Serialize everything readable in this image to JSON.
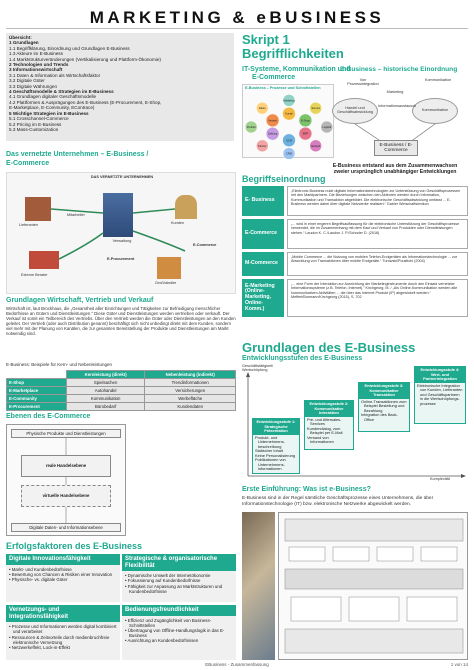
{
  "title": "MARKETING & eBUSINESS",
  "toc": {
    "heading": "Übersicht:",
    "items": [
      {
        "text": "1 Grundlagen",
        "sec": true
      },
      {
        "text": "1.1 Begriffklärung, Einordnung und Grundlagen E-Business",
        "sec": false
      },
      {
        "text": "1.3 Akteure im E-Business",
        "sec": false
      },
      {
        "text": "1.4 Marktstrukturveränderungen (Vertikalisierung und Plattform-Ökonomie)",
        "sec": false
      },
      {
        "text": "2 Technologien und Trends",
        "sec": true
      },
      {
        "text": "3 Informationswirtschaft",
        "sec": true
      },
      {
        "text": "3.1 Daten & Information als Wirtschaftsfaktor",
        "sec": false
      },
      {
        "text": "3.2 Digitale Güter",
        "sec": false
      },
      {
        "text": "3.3 Digitale Währungen",
        "sec": false
      },
      {
        "text": "4 Geschäftsmodelle & Strategien im E-Business",
        "sec": true
      },
      {
        "text": "4.1 Grundlagen digitaler Geschäftsmodelle",
        "sec": false
      },
      {
        "text": "4.2 Plattformen & Ausprägungen des E-Business (E-Procurement, E-Shop,",
        "sec": false
      },
      {
        "text": "E-Marketplace, E-Community, EContrace)",
        "sec": false
      },
      {
        "text": "5 Wichtige Strategien im E-Business",
        "sec": true
      },
      {
        "text": "5.1 Crosschannel-Commerce",
        "sec": false
      },
      {
        "text": "5.2 Pricing im E-Business",
        "sec": false
      },
      {
        "text": "5.3 Mass-Customization",
        "sec": false
      }
    ]
  },
  "skript": {
    "line1": "Skript 1",
    "line2": "Begrifflichkeiten"
  },
  "it_systeme": {
    "heading1": "IT-Systeme, Kommunikation und",
    "heading2": "E-Commerce",
    "caption": "E-Business – Prozesse und Schnittstellen",
    "bubbles": [
      "Kunde",
      "E-Shop",
      "ERP",
      "SCM",
      "Zahlung",
      "Vertrieb",
      "Marketing",
      "Service",
      "Logistik",
      "Einkauf",
      "CRM",
      "Partner",
      "Produkt",
      "Daten"
    ]
  },
  "historie": {
    "heading": "E-Business – historische Einordnung",
    "labels": [
      "Von Prozessintegration",
      "Kommunikation",
      "Handel und Geschäftsabwicklung",
      "Marketing",
      "Kommunikation",
      "Informationsaustausch"
    ],
    "center_label": "E-Business / E-Commerce",
    "caption1": "E-Business entstand aus dem Zusammenwachsen",
    "caption2": "zweier ursprünglich unabhängiger Entwicklungen"
  },
  "vernetzte": {
    "heading1": "Das vernetzte Unternehmen – E-Business /",
    "heading2": "E-Commerce",
    "diagram_title": "DAS VERNETZTE UNTERNEHMEN",
    "labels": [
      "Verwaltung",
      "Lieferanten",
      "Kunden",
      "E-Commerce",
      "E-Procurement",
      "Großhändler",
      "Mitarbeiter",
      "Externe Berater"
    ]
  },
  "begriffs": {
    "heading": "Begriffseinordnung",
    "rows": [
      {
        "label": "E- Business",
        "text": "„Electronic Business nutzt digitale Informationstechnologien zur Unterstützung von Geschäftsprozessen mit den Marktpartnern. Die Beziehungen zwischen den Akteuren werden durch Information, Kommunikation und Transaktion abgebildet. Die elektronische Geschäftsabwicklung umfasst ... E-Business werden dabei über digitale Netzwerke realisiert.“ Gabler Wirtschaftslexikon"
      },
      {
        "label": "E-Commerce",
        "text": "„... wird in einer engeren Begriffsauffassung für die elektronische Unterstützung der Geschäftsprozesse verwendet, die im Zusammenhang mit dem Kauf und Verkauf von Produkten oder Dienstleistungen stehen.“ Laudon K. C./Laudon J. P./Schoder D. (2016)"
      },
      {
        "label": "M-Commerce",
        "text": "„Mobile Commerce ... die Nutzung von mobilen Telefon-Endgeräten als Informationstechnologie ... zur Abwicklung von Transaktionen über mobile Endgeräte.“ Turowski/Pousttchi (2004)"
      },
      {
        "label": "E-Marketing (Online-Marketing, Online-Komm.)",
        "text": "„... eine Form der Interaktion zur Ausrichtung der Marketinginstrumente durch den Einsatz vernetzter Informationssysteme (z.B. Telefon, Internet).“ Kirchgeorg, M. / „Als Online-Kommunikation werden alle kommunikativen Aktivitäten ... die über das Internet Produkt (IP) abgewickelt werden.“ Meffert/Burmann/Kirchgeorg (2015), S. 702"
      }
    ]
  },
  "grundlagen_wv": {
    "heading": "Grundlagen Wirtschaft, Vertrieb und Verkauf",
    "text": "Wirtschaft ist, laut Brockhaus, die „Gesamtheit aller Einrichtungen und Tätigkeiten zur Befriedigung menschlicher Bedürfnisse an Gütern und Dienstleistungen.“ Diese Güter und Dienstleistungen werden vertrieben oder verkauft. Der Verkauf ist somit ein Teilbereich des Vertriebs. Über den Vertrieb werden die Güter oder Dienstleistungen an den Kunden geleitet. Der Vertrieb (oder auch Distribution genannt) beschäftigt sich nicht unbedingt direkt mit dem Kunden, sondern viel mehr mit der Planung von Kanälen, die zur gesamten Bereitstellung der Produkte und Dienstleistungen am Markt notwendig sind.",
    "table_title": "E-Business: Beispiele für Kern- und Nebenleistungen",
    "col1": "Kernleistung (direkt)",
    "col2": "Nebenleistung (indirekt)",
    "rows": [
      {
        "label": "E-Shop",
        "c1": "Spielsachen",
        "c2": "Trendinformationen"
      },
      {
        "label": "E-Marketplace",
        "c1": "Autohandel",
        "c2": "Versicherungen"
      },
      {
        "label": "E-Community",
        "c1": "Kommunikation",
        "c2": "Werbefläche"
      },
      {
        "label": "E-Procurement",
        "c1": "Bürobedarf",
        "c2": "Kundendaten"
      }
    ]
  },
  "ebenen": {
    "heading": "Ebenen des E-Commerce",
    "layers": [
      "Physische Produkte und Dienstleistungen",
      "reale Handelsebene",
      "virtuelle Handelsebene",
      "Digitale Daten- und Informationsebene"
    ]
  },
  "grundlagen_eb": {
    "heading": "Grundlagen des E-Business",
    "subheading": "Entwicklungsstufen des E-Business",
    "y_label": "Geschäftstätigkeit/ Wertschöpfung",
    "x_label": "Komplexität",
    "stages": [
      {
        "title": "Entwicklungsstufe 1: Strategische Präsentation",
        "items": [
          "Produkt- und Unternehmens-beschreibung",
          "Statischer Inhalt",
          "Keine Personalisierung",
          "Publikationen von Unternehmens-informationen"
        ]
      },
      {
        "title": "Entwicklungsstufe 2: Kommunikative Interaktion",
        "items": [
          "Pre- und Aftersales-Services",
          "Kundendialog, zum Beispiel per E-Mail",
          "Versand von Informationen"
        ]
      },
      {
        "title": "Entwicklungsstufe 3: Kommunikative Transaktion",
        "items": [
          "Online-Transaktionen zum Beispiel Bestellung und Bezahlung",
          "Integration des Back-Office"
        ]
      },
      {
        "title": "Entwicklungsstufe 4: Wert- und Partnerintegration",
        "items": [
          "Elektronische Integration von Kunden, Lieferanten und Geschäftspartnern in die Wertschöpfungs-prozesse"
        ]
      }
    ]
  },
  "erste": {
    "heading": "Erste Einführung: Was ist e-Business?",
    "text": "E-Business sind in der Regel sämtliche Geschäftsprozesse eines Unternehmens, die über Informationstechnologie (IT) bzw. elektronische Netzwerke abgewickelt werden."
  },
  "erfolg": {
    "heading": "Erfolgsfaktoren des E-Business",
    "boxes": [
      {
        "title": "Digitale Innovationsfähigkeit",
        "items": [
          "Markt- und Kundenbedürfnisse",
          "Bewertung von Chancen & Risiken einer Innovation",
          "Physische- vs. digitale Güter"
        ]
      },
      {
        "title": "Strategische & organisatorische Flexibilität",
        "items": [
          "Dynamische Umwelt der Internetökonomie",
          "Fokussierung auf Kundenbedürfnisse",
          "Fähigkeit zur Anpassung an Marktstrukturen und Kundenbedürfnisse"
        ]
      },
      {
        "title": "Vernetzungs- und Integrationsfähigkeit",
        "items": [
          "Prozesse und Informationen werden digital kombiniert und verarbeitet",
          "Ressourcen & Zeitvorteile durch medienbruchfreie elektronische Vernetzung",
          "Netzwerkeffekt, Lock-in-Effekt"
        ]
      },
      {
        "title": "Bedienungsfreundlichkeit",
        "items": [
          "Effizienz und Zugänglichkeit von Business-Schnittstellen",
          "Übertragung von Offline-Handlungslogik in das E-Business",
          "Ausrichtung an Kundenbedürfnissen"
        ]
      }
    ]
  },
  "footer": {
    "center": "EBusiness - Zusammenfassung",
    "right": "1 von 14"
  }
}
